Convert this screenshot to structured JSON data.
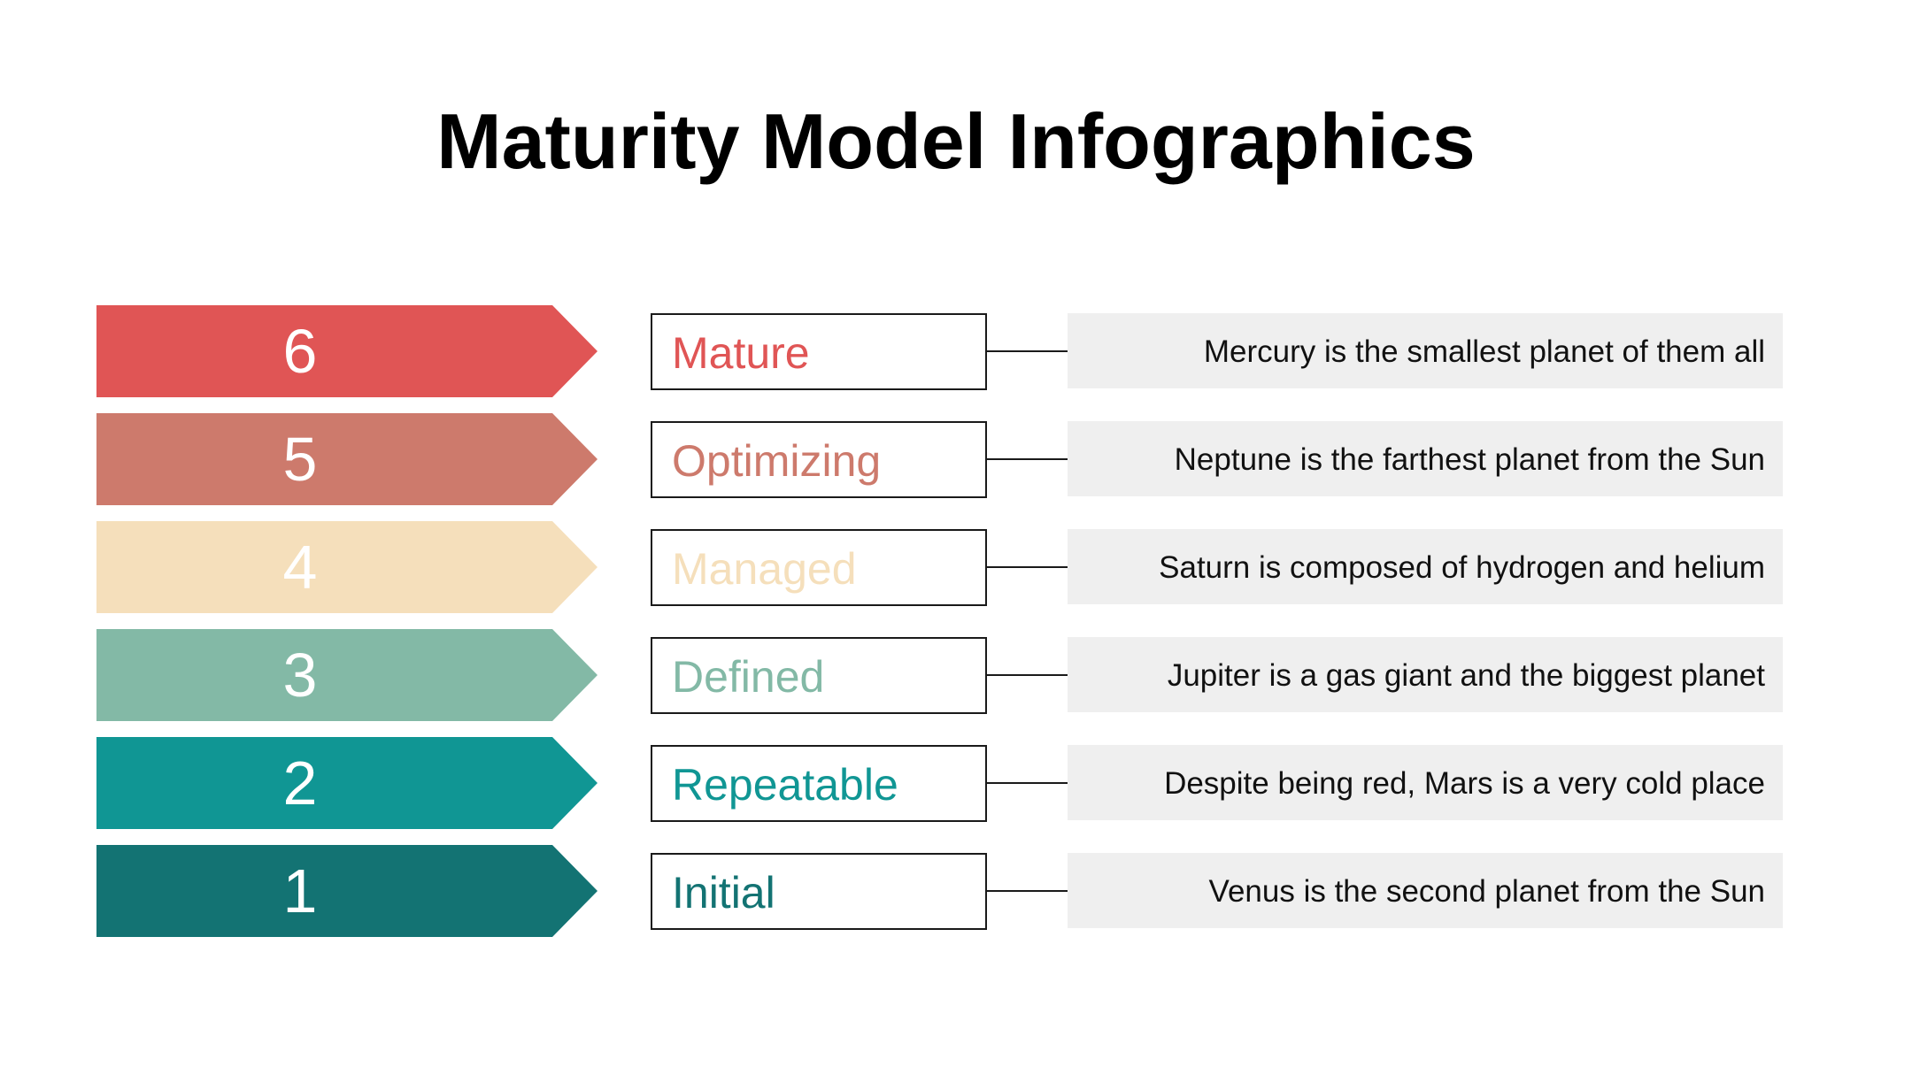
{
  "title": "Maturity Model Infographics",
  "levels": [
    {
      "number": "6",
      "stage": "Mature",
      "description": "Mercury is the smallest planet of them all",
      "color": "#e05555",
      "text_color": "#e05555"
    },
    {
      "number": "5",
      "stage": "Optimizing",
      "description": "Neptune is the farthest planet from the Sun",
      "color": "#cd7a6c",
      "text_color": "#cd7a6c"
    },
    {
      "number": "4",
      "stage": "Managed",
      "description": "Saturn is composed of hydrogen and helium",
      "color": "#f5dfbb",
      "text_color": "#f5dfbb"
    },
    {
      "number": "3",
      "stage": "Defined",
      "description": "Jupiter is a gas giant and the biggest planet",
      "color": "#83b9a6",
      "text_color": "#83b9a6"
    },
    {
      "number": "2",
      "stage": "Repeatable",
      "description": "Despite being red, Mars is a very cold place",
      "color": "#109694",
      "text_color": "#109694"
    },
    {
      "number": "1",
      "stage": "Initial",
      "description": "Venus is the second planet from the Sun",
      "color": "#137373",
      "text_color": "#137373"
    }
  ]
}
